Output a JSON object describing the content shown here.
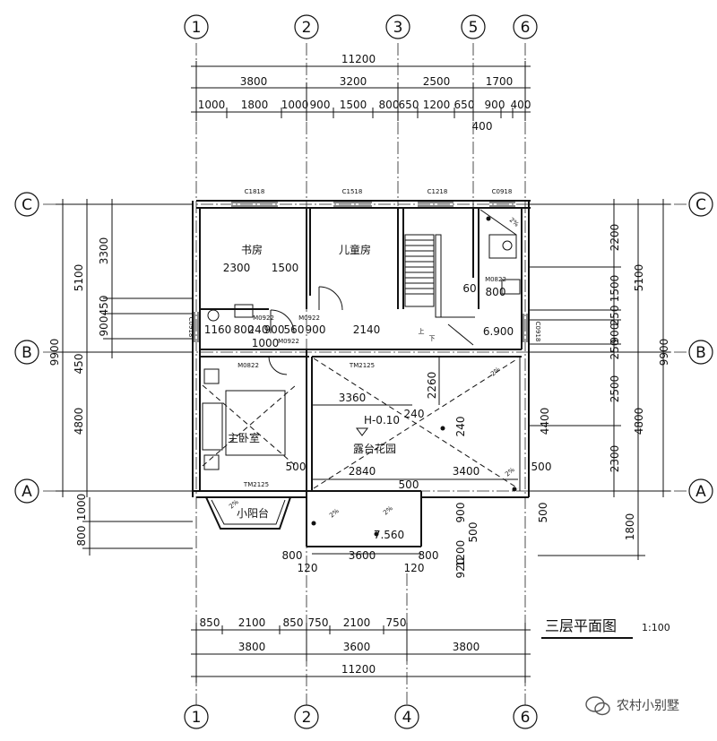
{
  "drawing": {
    "title": "三层平面图",
    "scale": "1:100",
    "watermark": "农村小别墅"
  },
  "axes": {
    "top": [
      "1",
      "2",
      "3",
      "5",
      "6"
    ],
    "bottom": [
      "1",
      "2",
      "4",
      "6"
    ],
    "left": [
      "C",
      "B",
      "A"
    ],
    "right": [
      "C",
      "B",
      "A"
    ]
  },
  "dimensions": {
    "top_total": "11200",
    "top_mid": [
      "3800",
      "3200",
      "2500",
      "1700"
    ],
    "top_detail": [
      "1000",
      "1800",
      "1000",
      "900",
      "1500",
      "800",
      "650",
      "1200",
      "650",
      "900",
      "400"
    ],
    "top_extra": "400",
    "bottom_detail": [
      "850",
      "2100",
      "850",
      "750",
      "2100",
      "750"
    ],
    "bottom_mid": [
      "3800",
      "3600",
      "3800"
    ],
    "bottom_total": "11200",
    "left_outer": [
      "5100",
      "4800"
    ],
    "left_total": "9900",
    "left_inner": [
      "3300",
      "450",
      "900",
      "450"
    ],
    "left_bottom": [
      "1000",
      "800"
    ],
    "right_total": "9900",
    "right_outer": [
      "5100",
      "4800"
    ],
    "right_inner": [
      "2200",
      "1500",
      "250",
      "900",
      "250",
      "2500",
      "2300"
    ],
    "right_bottom": "1800"
  },
  "rooms": {
    "study": "书房",
    "kids_room": "儿童房",
    "master_bedroom": "主卧室",
    "garden": "露台花园",
    "balcony": "小阳台"
  },
  "tags": {
    "window_1": "C1818",
    "window_2": "C1518",
    "window_3": "C1218",
    "window_4": "C0918",
    "window_5": "C0918",
    "window_6": "C0918",
    "door_1": "M0922",
    "door_2": "M0922",
    "door_3": "M0922",
    "door_4": "M0822",
    "door_5": "M0822",
    "door_6": "TM2125",
    "door_7": "TM2125",
    "stair": "上",
    "down": "下"
  },
  "interior_dims": {
    "d2300": "2300",
    "d1500": "1500",
    "d60": "60",
    "d800": "800",
    "row": [
      "1160",
      "800",
      "240",
      "900",
      "560",
      "900"
    ],
    "d2140": "2140",
    "d1000": "1000",
    "d3360": "3360",
    "d2260": "2260",
    "d240a": "240",
    "d240b": "240",
    "d4400": "4400",
    "d2840": "2840",
    "d3400": "3400",
    "d500a": "500",
    "d500b": "500",
    "d500c": "500",
    "d500d": "500",
    "d3600": "3600",
    "d800a": "800",
    "d800b": "800",
    "d120a": "120",
    "d120b": "120",
    "d900": "900",
    "d1200": "1200",
    "d920": "920",
    "d500v": "500"
  },
  "levels": {
    "garden": "H-0.10",
    "stair": "6.900",
    "balcony": "7.560"
  },
  "slopes": [
    "2%",
    "2%",
    "2%",
    "2%",
    "2%",
    "2%"
  ]
}
